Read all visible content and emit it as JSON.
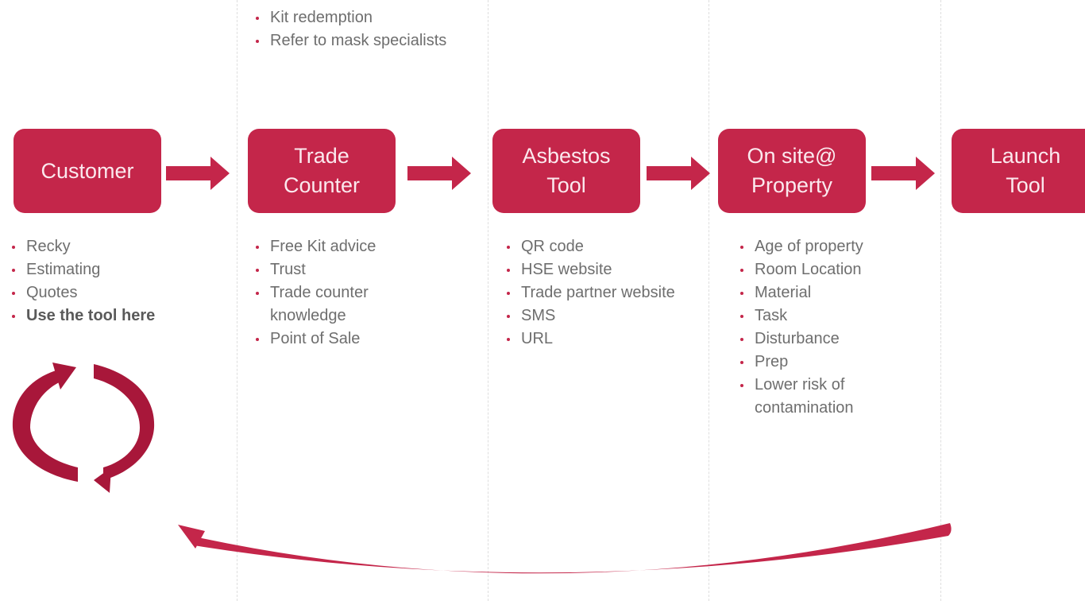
{
  "colors": {
    "accent": "#c4264a",
    "accent_dark": "#a8173a",
    "stage_text": "#fbe9ee",
    "bullet_text": "#6e6e6e"
  },
  "top_bullets": [
    "Kit redemption",
    "Refer to mask specialists"
  ],
  "stages": [
    {
      "id": "customer",
      "lines": [
        "Customer"
      ]
    },
    {
      "id": "trade-counter",
      "lines": [
        "Trade",
        "Counter"
      ]
    },
    {
      "id": "asbestos-tool",
      "lines": [
        "Asbestos",
        "Tool"
      ]
    },
    {
      "id": "on-site-property",
      "lines": [
        "On site@",
        "Property"
      ]
    },
    {
      "id": "launch-tool",
      "lines": [
        "Launch",
        "Tool"
      ]
    }
  ],
  "bullet_lists": [
    {
      "id": "customer",
      "items": [
        {
          "text": "Recky"
        },
        {
          "text": "Estimating"
        },
        {
          "text": "Quotes"
        },
        {
          "text": "Use the tool here",
          "bold": true
        }
      ]
    },
    {
      "id": "trade-counter",
      "items": [
        {
          "text": "Free Kit advice"
        },
        {
          "text": "Trust"
        },
        {
          "text": "Trade counter knowledge"
        },
        {
          "text": "Point of Sale"
        }
      ]
    },
    {
      "id": "asbestos-tool",
      "items": [
        {
          "text": "QR code"
        },
        {
          "text": "HSE website"
        },
        {
          "text": "Trade partner website"
        },
        {
          "text": "SMS"
        },
        {
          "text": "URL"
        }
      ]
    },
    {
      "id": "on-site-property",
      "items": [
        {
          "text": "Age of property"
        },
        {
          "text": "Room Location"
        },
        {
          "text": "Material"
        },
        {
          "text": "Task"
        },
        {
          "text": "Disturbance"
        },
        {
          "text": "Prep"
        },
        {
          "text": "Lower risk of contamination"
        }
      ]
    }
  ],
  "icons": {
    "flow_arrow": "right-arrow-icon",
    "cycle": "cycle-arrows-icon",
    "return_arc": "return-arc-arrow-icon"
  }
}
